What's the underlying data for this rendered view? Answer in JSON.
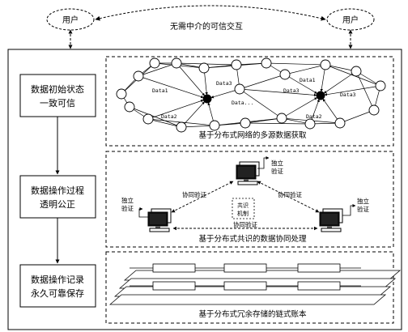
{
  "top": {
    "user_left": "用户",
    "user_right": "用户",
    "trust_label": "无需中介的可信交互"
  },
  "steps": [
    {
      "line1": "数据初始状态",
      "line2": "一致可信"
    },
    {
      "line1": "数据操作过程",
      "line2": "透明公正"
    },
    {
      "line1": "数据操作记录",
      "line2": "永久可靠保存"
    }
  ],
  "panel1": {
    "caption": "基于分布式网络的多源数据获取",
    "labels": [
      "Data1",
      "Data2",
      "Data3",
      "Data...",
      "Data1",
      "Data3",
      "Data2",
      "Data3"
    ]
  },
  "panel2": {
    "caption": "基于分布式共识的数据协同处理",
    "verify_top": [
      "独立",
      "验证"
    ],
    "verify_left": [
      "独立",
      "验证"
    ],
    "verify_right": [
      "独立",
      "验证"
    ],
    "mech": [
      "共识",
      "机制"
    ],
    "co_left": "协同验证",
    "co_right": "协同验证",
    "co_bottom": "协同验证"
  },
  "panel3": {
    "caption": "基于分布式冗余存储的链式账本"
  }
}
